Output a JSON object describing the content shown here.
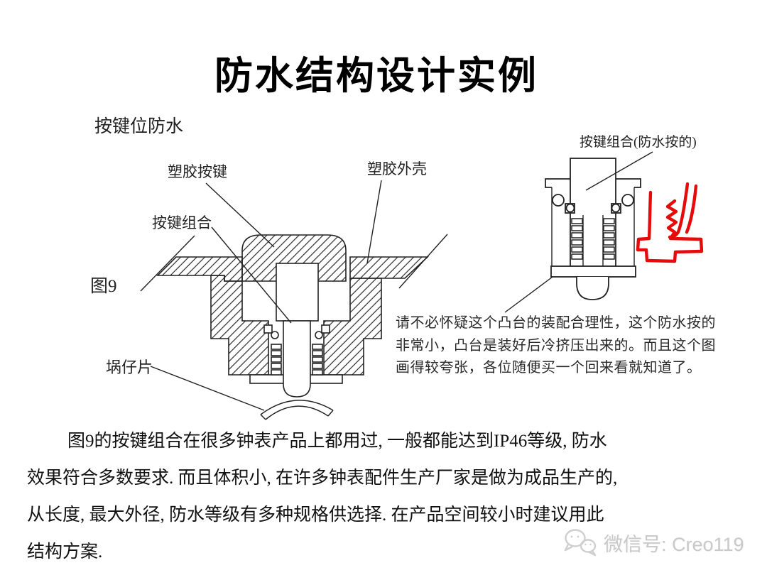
{
  "page": {
    "title": "防水结构设计实例",
    "subtitle": "按键位防水"
  },
  "left_diagram": {
    "figure_label": "图9",
    "labels": {
      "plastic_button": "塑胶按键",
      "plastic_shell": "塑胶外壳",
      "button_assembly": "按键组合",
      "dome_sheet": "埚仔片"
    }
  },
  "right_diagram": {
    "label": "按键组合(防水按的)",
    "note": "请不必怀疑这个凸台的装配合理性，这个防水按的\n非常小，凸台是装好后冷挤压出来的。而且这个图\n画得较夸张，各位随便买一个回来看就知道了。"
  },
  "body_text": "图9的按键组合在很多钟表产品上都用过, 一般都能达到IP46等级, 防水\n效果符合多数要求. 而且体积小, 在许多钟表配件生产厂家是做为成品生产的,\n从长度, 最大外径, 防水等级有多种规格供选择. 在产品空间较小时建议用此\n结构方案.",
  "watermark": {
    "text": "微信号: Creo119"
  },
  "colors": {
    "ink": "#1f1f1f",
    "sketch_red": "#e60a0a",
    "watermark_gray": "#c9c9c9"
  }
}
